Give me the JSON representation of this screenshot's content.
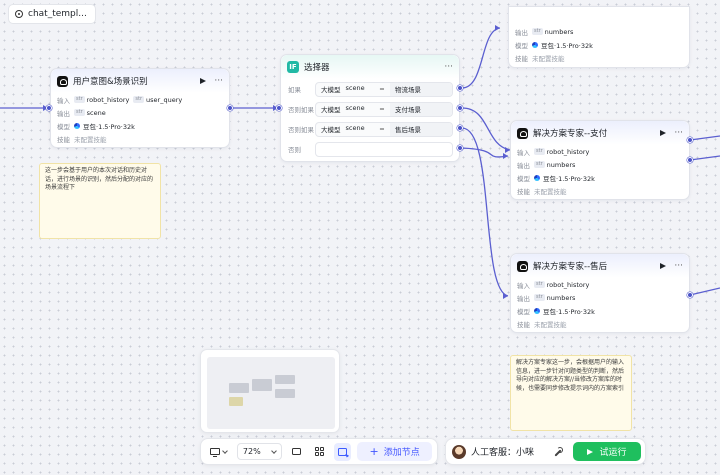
{
  "app": {
    "title": "chat_templ..."
  },
  "labels": {
    "input": "输入",
    "output": "输出",
    "model": "模型",
    "skills": "技能",
    "if": "如果",
    "else_if": "否则如果",
    "else": "否则"
  },
  "model_name": "豆包·1.5·Pro·32k",
  "no_skills": "未配置技能",
  "intent_node": {
    "title": "用户意图&场景识别",
    "inputs": [
      "robot_history",
      "user_query"
    ],
    "output": "scene"
  },
  "selector_node": {
    "title": "选择器",
    "icon_text": "IF",
    "conditions": [
      {
        "left_type": "大模型",
        "left_var": "scene",
        "op": "=",
        "value": "物流场景"
      },
      {
        "left_type": "大模型",
        "left_var": "scene",
        "op": "=",
        "value": "支付场景"
      },
      {
        "left_type": "大模型",
        "left_var": "scene",
        "op": "=",
        "value": "售后场景"
      }
    ]
  },
  "top_node": {
    "output": "numbers"
  },
  "pay_node": {
    "title": "解决方案专家--支付",
    "input": "robot_history",
    "output": "numbers"
  },
  "after_node": {
    "title": "解决方案专家--售后",
    "input": "robot_history",
    "output": "numbers"
  },
  "notes": {
    "intent": "这一步会基于用户的本次对话和历史对话，进行场景的识别，然后分配的对应的场景流程下",
    "solution": "解决方案专家这一步，会根据用户的输入信息，进一步针对问题类型的判断，然后导向对应的解决方案//当修改方案库的时候，也需要同步修改提示词内的方案索引"
  },
  "toolbar": {
    "zoom": "72%",
    "add_node": "添加节点"
  },
  "runbar": {
    "agent": "人工客服：小咪",
    "run": "试运行"
  }
}
